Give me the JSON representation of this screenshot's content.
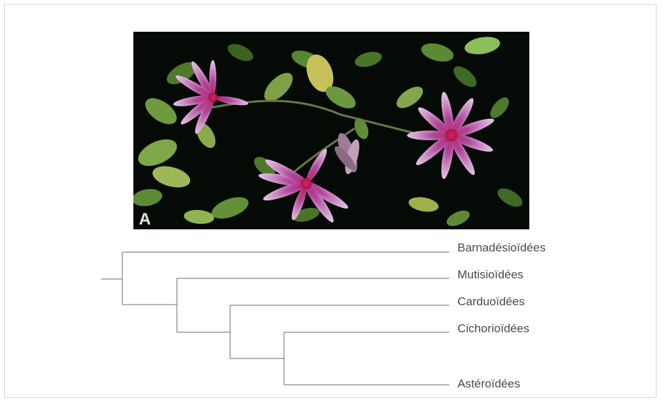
{
  "photo": {
    "panel_letter": "A"
  },
  "phylogeny": {
    "taxa": [
      {
        "id": "barnadesioideae",
        "label": "Barnadésioïdées"
      },
      {
        "id": "mutisioideae",
        "label": "Mutisioïdées"
      },
      {
        "id": "carduoideae",
        "label": "Carduoïdées"
      },
      {
        "id": "cichorioideae",
        "label": "Cichorioïdées"
      },
      {
        "id": "asteroideae",
        "label": "Astéroïdées"
      }
    ],
    "topology": "(Barnadésioïdées,(Mutisioïdées,(Carduoïdées,(Cichorioïdées,Astéroïdées))))"
  }
}
